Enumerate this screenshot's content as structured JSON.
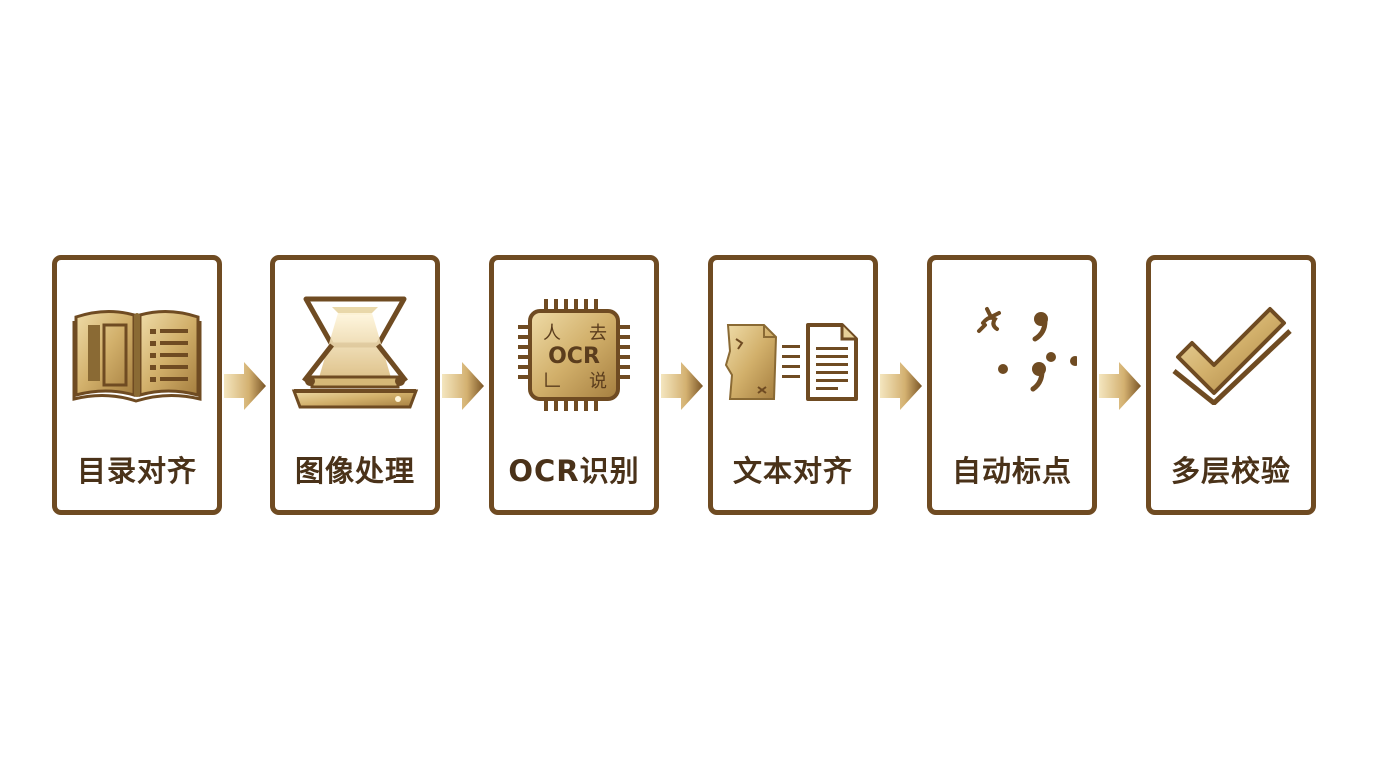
{
  "colors": {
    "border": "#6f4b22",
    "label": "#4a3219",
    "gold_light": "#e7cf97",
    "gold": "#c9a560",
    "gold_dark": "#8a6a34",
    "ink": "#5b3d1d"
  },
  "steps": [
    {
      "label": "目录对齐",
      "icon": "open-book-icon"
    },
    {
      "label": "图像处理",
      "icon": "scanner-icon"
    },
    {
      "label": "OCR识别",
      "icon": "ocr-chip-icon"
    },
    {
      "label": "文本对齐",
      "icon": "document-align-icon"
    },
    {
      "label": "自动标点",
      "icon": "punctuation-icon"
    },
    {
      "label": "多层校验",
      "icon": "checkmark-icon"
    }
  ],
  "ocr_chip": {
    "text": "OCR",
    "glyphs": [
      "人",
      "去",
      "𠃊",
      "说"
    ]
  }
}
